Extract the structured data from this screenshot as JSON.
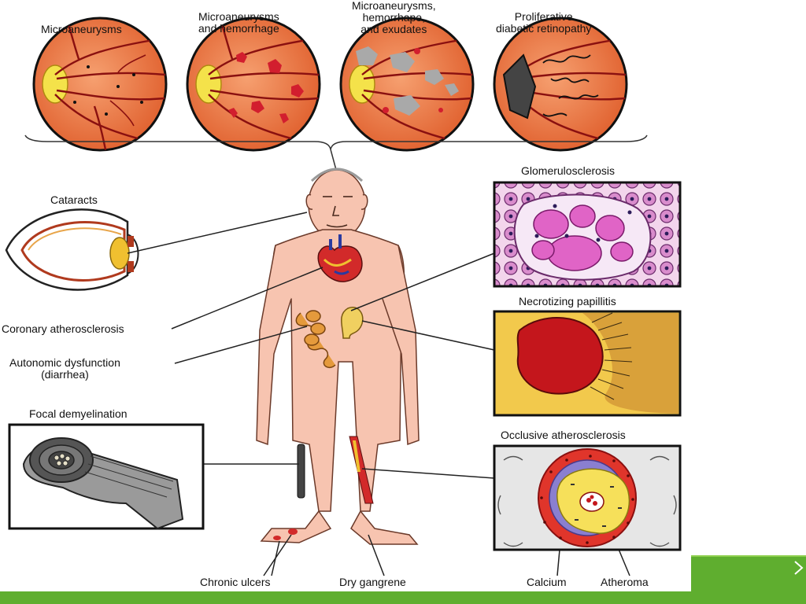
{
  "retina_labels": {
    "p1": "Microaneurysms",
    "p2_line1": "Microaneurysms",
    "p2_line2": "and hemorrhage",
    "p3_line1": "Microaneurysms,",
    "p3_line2": "hemorrhape,",
    "p3_line3": "and exudates",
    "p4_line1": "Proliferative",
    "p4_line2": "diabetic retinopathy"
  },
  "left_labels": {
    "cataracts": "Cataracts",
    "coronary": "Coronary atherosclerosis",
    "autonomic_line1": "Autonomic dysfunction",
    "autonomic_line2": "(diarrhea)",
    "focal": "Focal demyelination"
  },
  "right_labels": {
    "glomerulo": "Glomerulosclerosis",
    "papillitis": "Necrotizing papillitis",
    "occlusive": "Occlusive atherosclerosis",
    "calcium": "Calcium",
    "atheroma": "Atheroma"
  },
  "bottom_labels": {
    "ulcers": "Chronic ulcers",
    "gangrene": "Dry gangrene"
  },
  "colors": {
    "retina_fill": "#e8703a",
    "vessel": "#8a1010",
    "skin": "#f7c4b0",
    "glomerulus_pink": "#e064c6",
    "papilla_red": "#c4161c",
    "papilla_yellow": "#f2c94c",
    "artery_red": "#e0352b",
    "atheroma_yellow": "#f6e05a",
    "calcium_purple": "#8a7fd0",
    "accent_green": "#5fae2f"
  }
}
